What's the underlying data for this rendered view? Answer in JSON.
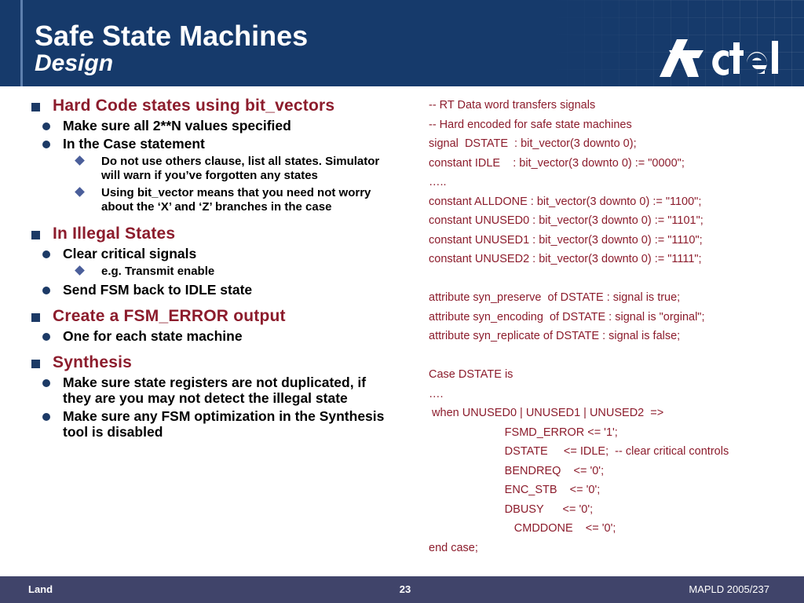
{
  "header": {
    "title": "Safe State Machines",
    "subtitle": "Design",
    "logo_text": "Actel"
  },
  "colors": {
    "header_bg": "#163a6b",
    "heading_text": "#8c1c2c",
    "code_text": "#8c1c2c",
    "footer_bg": "#40446a",
    "bullet": "#1c3a66"
  },
  "bullets": [
    {
      "level": 1,
      "text": "Hard Code states using bit_vectors"
    },
    {
      "level": 2,
      "text": "Make sure all 2**N values specified"
    },
    {
      "level": 2,
      "text": "In the Case statement"
    },
    {
      "level": 3,
      "text": "Do not use others clause, list all states. Simulator will warn if you’ve forgotten any states"
    },
    {
      "level": 3,
      "text": "Using bit_vector means that you need not worry about the ‘X’ and ‘Z’ branches in the case"
    },
    {
      "level": 1,
      "text": "In Illegal States"
    },
    {
      "level": 2,
      "text": "Clear critical signals"
    },
    {
      "level": 3,
      "text": "e.g. Transmit enable"
    },
    {
      "level": 2,
      "text": "Send FSM back to IDLE state"
    },
    {
      "level": 1,
      "text": "Create a FSM_ERROR output"
    },
    {
      "level": 2,
      "text": "One for each state machine"
    },
    {
      "level": 1,
      "text": "Synthesis"
    },
    {
      "level": 2,
      "text": "Make sure state registers are not duplicated, if they are you may not detect the illegal state"
    },
    {
      "level": 2,
      "text": "Make sure any FSM optimization in the Synthesis tool is disabled"
    }
  ],
  "code": [
    "-- RT Data word transfers signals",
    "-- Hard encoded for safe state machines",
    "signal  DSTATE  : bit_vector(3 downto 0);",
    "constant IDLE    : bit_vector(3 downto 0) := \"0000\";",
    "…..",
    "constant ALLDONE : bit_vector(3 downto 0) := \"1100\";",
    "constant UNUSED0 : bit_vector(3 downto 0) := \"1101\";",
    "constant UNUSED1 : bit_vector(3 downto 0) := \"1110\";",
    "constant UNUSED2 : bit_vector(3 downto 0) := \"1111\";",
    "",
    "attribute syn_preserve  of DSTATE : signal is true;",
    "attribute syn_encoding  of DSTATE : signal is \"orginal\";",
    "attribute syn_replicate of DSTATE : signal is false;",
    "",
    "Case DSTATE is",
    "….",
    " when UNUSED0 | UNUSED1 | UNUSED2  =>",
    "                        FSMD_ERROR <= '1';",
    "                        DSTATE     <= IDLE;  -- clear critical controls",
    "                        BENDREQ    <= '0';",
    "                        ENC_STB    <= '0';",
    "                        DBUSY      <= '0';",
    "                           CMDDONE    <= '0';",
    "end case;"
  ],
  "footer": {
    "left": "Land",
    "center": "23",
    "right": "MAPLD 2005/237"
  }
}
